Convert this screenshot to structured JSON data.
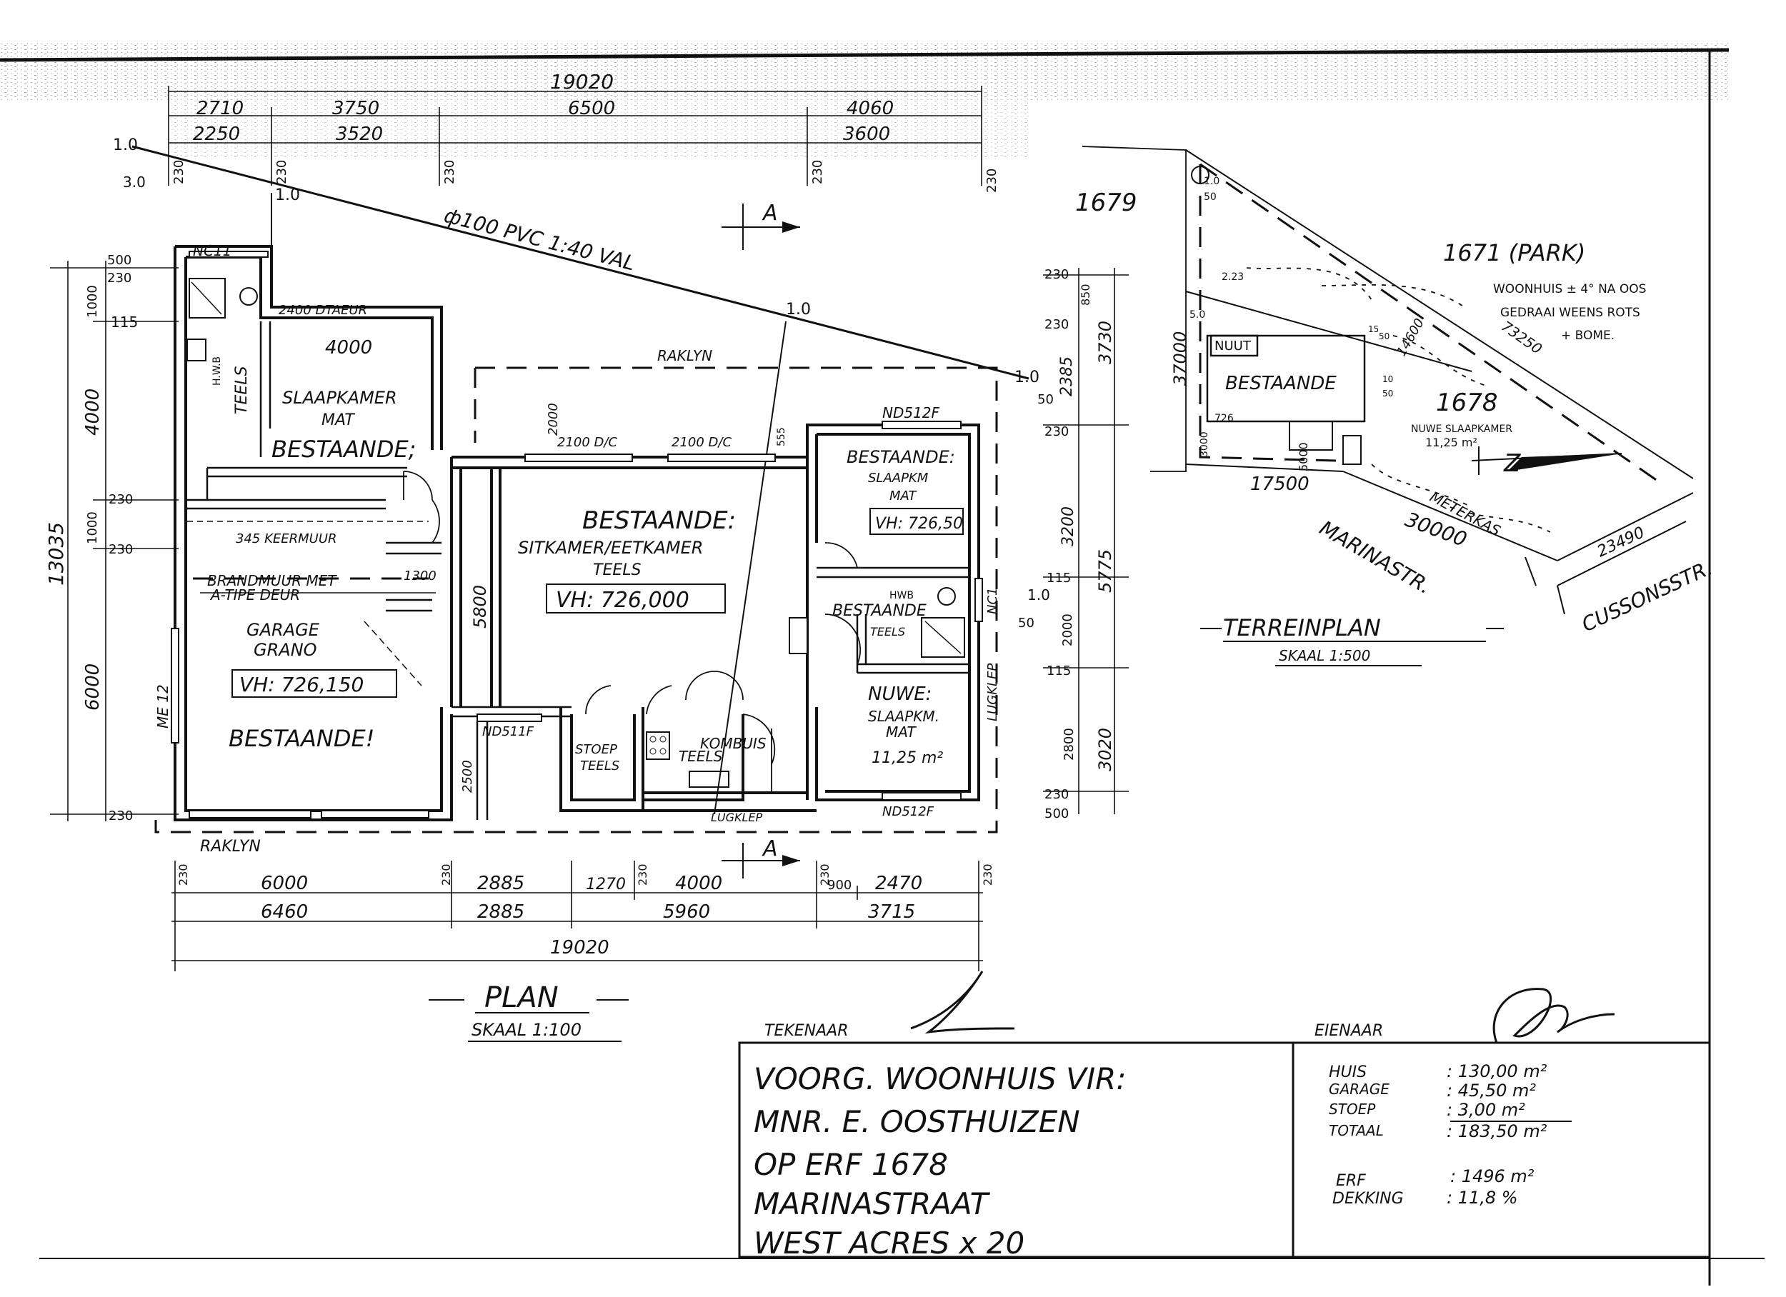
{
  "plan": {
    "top_dims_outer": [
      "19020"
    ],
    "top_dims_row1": [
      "2710",
      "3750",
      "6500",
      "4060"
    ],
    "top_dims_row2": [
      "2250",
      "3520",
      "3600"
    ],
    "top_wall_marks": [
      "230",
      "230",
      "230",
      "230",
      "230"
    ],
    "pipe_levels": [
      "1.0",
      "1.0",
      "1.0",
      "1.0",
      "3.0",
      "50",
      "1.0",
      "50"
    ],
    "pipe_label": "ф100 PVC 1:40 VAL",
    "section_mark": "A",
    "left_dims": [
      "500",
      "230",
      "1000",
      "115",
      "4000",
      "230",
      "1000",
      "230",
      "6000",
      "230"
    ],
    "left_total": "13035",
    "right_dims": [
      "230",
      "850",
      "230",
      "2385",
      "230",
      "3200",
      "115",
      "2000",
      "115",
      "2800",
      "230",
      "500"
    ],
    "right_totals": [
      "3730",
      "5775",
      "3020"
    ],
    "bottom_row1": [
      "230",
      "6000",
      "230",
      "2885",
      "1270",
      "230",
      "4000",
      "230",
      "900",
      "2470",
      "230"
    ],
    "bottom_row2": [
      "6460",
      "2885",
      "5960",
      "3715"
    ],
    "bottom_total": "19020",
    "rooms": {
      "ns": "NC11",
      "door_top": "2400 DTAEUR",
      "bed1_width": "4000",
      "bed1_name": "SLAAPKAMER",
      "bed1_floor": "MAT",
      "bed1_status": "BESTAANDE;",
      "bath_tiles": "TEELS",
      "hwb": "H.W.B",
      "raklyn": "RAKLYN",
      "depth_2000": "2000",
      "doors_2100a": "2100 D/C",
      "doors_2100b": "2100 D/C",
      "small_555": "555",
      "retaining": "345 KEERMUUR",
      "firewall_1": "BRANDMUUR MET",
      "firewall_2": "A-TIPE DEUR",
      "door_1300": "1300",
      "garage_1": "GARAGE",
      "garage_2": "GRANO",
      "garage_vh": "VH: 726,150",
      "garage_status": "BESTAANDE!",
      "living_status": "BESTAANDE:",
      "living_1": "SITKAMER/EETKAMER",
      "living_2": "TEELS",
      "living_vh": "VH: 726,000",
      "living_5800": "5800",
      "stoep_1": "STOEP",
      "stoep_2": "TEELS",
      "stoep_2500": "2500",
      "kombuis_1": "KOMBUIS",
      "kombuis_2": "TEELS",
      "luglkep_bottom": "LUGKLEP",
      "nd511f": "ND511F",
      "bed2_win": "ND512F",
      "bed2_status": "BESTAANDE:",
      "bed2_name": "SLAAPKM",
      "bed2_floor": "MAT",
      "bed2_vh": "VH: 726,50",
      "bath2_status": "BESTAANDE",
      "bath2_tiles": "TEELS",
      "bath2_hwb": "HWB",
      "nc1": "NC1",
      "luglkep_side": "LUGKLEP",
      "bed3_status": "NUWE:",
      "bed3_name": "SLAAPKM.",
      "bed3_floor": "MAT",
      "bed3_area": "11,25 m²",
      "bed3_win": "ND512F",
      "ns12": "ME 12",
      "raklyn_bottom": "RAKLYN"
    },
    "title": "PLAN",
    "scale": "SKAAL 1:100"
  },
  "site": {
    "erf_1679": "1679",
    "park": "1671 (PARK)",
    "note_1": "WOONHUIS ± 4° NA OOS",
    "note_2": "GEDRAAI WEENS ROTS",
    "note_3": "+ BOME.",
    "erf_1678": "1678",
    "new_room_1": "NUWE SLAAPKAMER",
    "new_room_2": "11,25 m²",
    "nuut": "NUUT",
    "bestaande": "BESTAANDE",
    "dims": [
      "37000",
      "17500",
      "30000",
      "23490",
      "14600",
      "73250",
      "3000",
      "726",
      "5000",
      "1.0",
      "50",
      "2.23",
      "5.0",
      "15",
      "50",
      "10",
      "50"
    ],
    "metefkas": "METERKAS",
    "street_1": "MARINASTR.",
    "street_2": "CUSSONSSTR.",
    "title": "TERREINPLAN",
    "scale": "SKAAL 1:500"
  },
  "title_block": {
    "drawer_label": "TEKENAAR",
    "owner_label": "EIENAAR",
    "lines": [
      "VOORG. WOONHUIS VIR:",
      "MNR. E. OOSTHUIZEN",
      "OP ERF 1678",
      "MARINASTRAAT",
      "WEST ACRES x 20"
    ],
    "areas": [
      {
        "label": "HUIS",
        "value": ": 130,00 m²"
      },
      {
        "label": "GARAGE",
        "value": ": 45,50 m²"
      },
      {
        "label": "STOEP",
        "value": ": 3,00 m²"
      },
      {
        "label": "TOTAAL",
        "value": ": 183,50 m²"
      }
    ],
    "erf_label": "ERF",
    "erf_value": ": 1496 m²",
    "dekking_label": "DEKKING",
    "dekking_value": ": 11,8 %"
  }
}
